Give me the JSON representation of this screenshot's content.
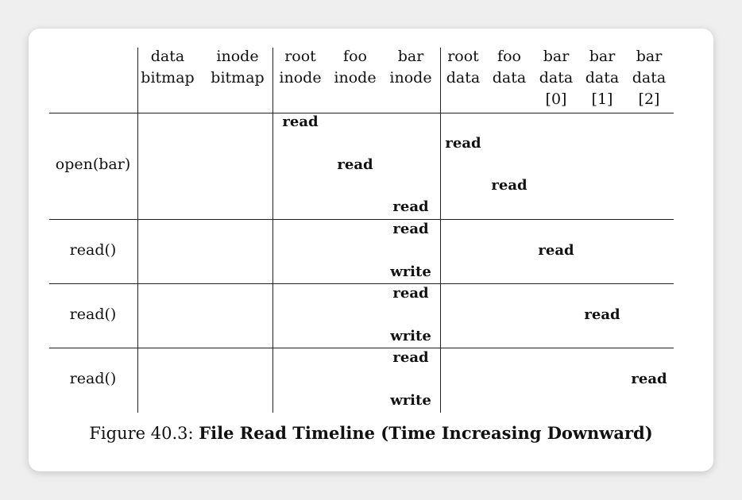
{
  "columns": [
    {
      "line1": "data",
      "line2": "bitmap",
      "line3": ""
    },
    {
      "line1": "inode",
      "line2": "bitmap",
      "line3": ""
    },
    {
      "line1": "root",
      "line2": "inode",
      "line3": ""
    },
    {
      "line1": "foo",
      "line2": "inode",
      "line3": ""
    },
    {
      "line1": "bar",
      "line2": "inode",
      "line3": ""
    },
    {
      "line1": "root",
      "line2": "data",
      "line3": ""
    },
    {
      "line1": "foo",
      "line2": "data",
      "line3": ""
    },
    {
      "line1": "bar",
      "line2": "data",
      "line3": "[0]"
    },
    {
      "line1": "bar",
      "line2": "data",
      "line3": "[1]"
    },
    {
      "line1": "bar",
      "line2": "data",
      "line3": "[2]"
    }
  ],
  "sections": [
    {
      "label": "open(bar)",
      "ops": [
        {
          "col": 2,
          "text": "read"
        },
        {
          "col": 5,
          "text": "read"
        },
        {
          "col": 3,
          "text": "read"
        },
        {
          "col": 6,
          "text": "read"
        },
        {
          "col": 4,
          "text": "read"
        }
      ]
    },
    {
      "label": "read()",
      "ops": [
        {
          "col": 4,
          "text": "read"
        },
        {
          "col": 7,
          "text": "read"
        },
        {
          "col": 4,
          "text": "write"
        }
      ]
    },
    {
      "label": "read()",
      "ops": [
        {
          "col": 4,
          "text": "read"
        },
        {
          "col": 8,
          "text": "read"
        },
        {
          "col": 4,
          "text": "write"
        }
      ]
    },
    {
      "label": "read()",
      "ops": [
        {
          "col": 4,
          "text": "read"
        },
        {
          "col": 9,
          "text": "read"
        },
        {
          "col": 4,
          "text": "write"
        }
      ]
    }
  ],
  "caption": {
    "prefix": "Figure 40.3: ",
    "title": "File Read Timeline (Time Increasing Downward)"
  }
}
